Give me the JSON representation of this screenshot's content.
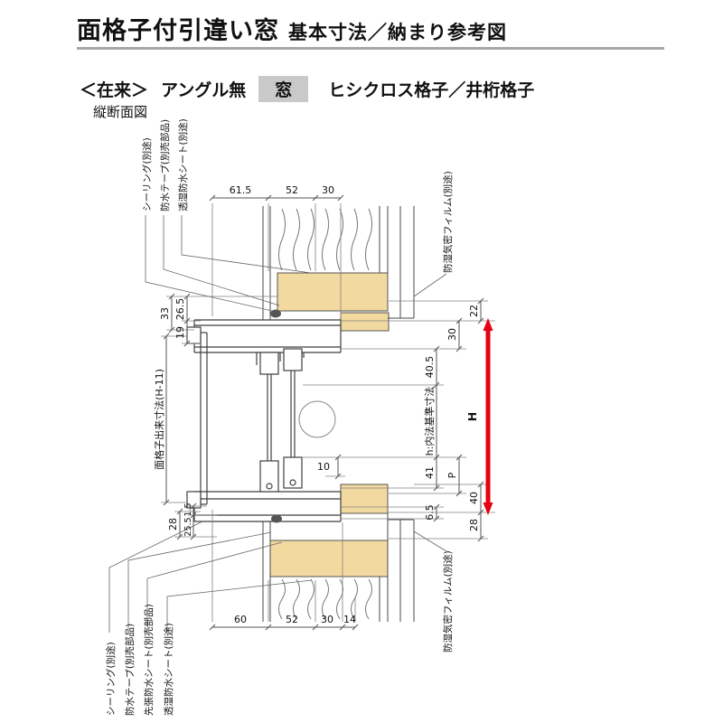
{
  "header": {
    "title_main": "面格子付引違い窓",
    "title_sub": "基本寸法／納まり参考図"
  },
  "subheader": {
    "construction": "＜在来＞",
    "angle": "アングル無",
    "window": "窓",
    "grille_types": "ヒシクロス格子／井桁格子"
  },
  "section_label": "縦断面図",
  "callouts": {
    "top_left": [
      "シーリング(別途)",
      "防水テープ(別売部品)",
      "透湿防水シート(別途)"
    ],
    "top_right": "防湿気密フィルム(別途)",
    "bottom_left": [
      "シーリング(別途)",
      "防水テープ(別売部品)",
      "先張防水シート(別売部品)",
      "透湿防水シート(別途)"
    ],
    "bottom_right": "防湿気密フィルム(別途)"
  },
  "dimensions": {
    "top": [
      "61.5",
      "52",
      "30"
    ],
    "bottom": [
      "60",
      "52",
      "30",
      "14"
    ],
    "left": {
      "d33": "33",
      "d26_5": "26.5",
      "d19": "19",
      "grille_h": "面格子出来寸法(H-11)",
      "d28": "28",
      "d1_5": "1.5",
      "d25_5": "25.5"
    },
    "right": {
      "d22": "22",
      "d30": "30",
      "d40_5": "40.5",
      "h_naihou": "h:内法基準寸法",
      "dH": "H",
      "d10": "10",
      "d41": "41",
      "dP": "P",
      "d40": "40",
      "d6_5": "6.5",
      "d28": "28"
    }
  },
  "colors": {
    "wood": "#f2d9a0",
    "red": "#e60012",
    "highlight_gray": "#c9c9c9",
    "line": "#4a4a4a"
  }
}
